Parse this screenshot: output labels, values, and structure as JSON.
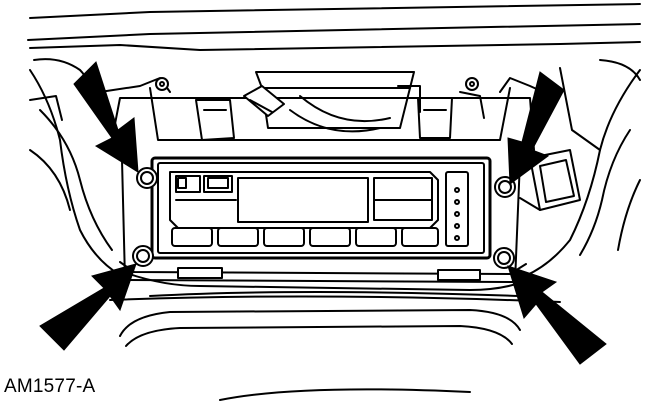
{
  "figure": {
    "caption": "AM1577-A",
    "subject": "climate-control-head-mounting-screws",
    "arrow_count": 4,
    "screw_count": 4,
    "colors": {
      "ink": "#000000",
      "paper": "#ffffff"
    }
  }
}
